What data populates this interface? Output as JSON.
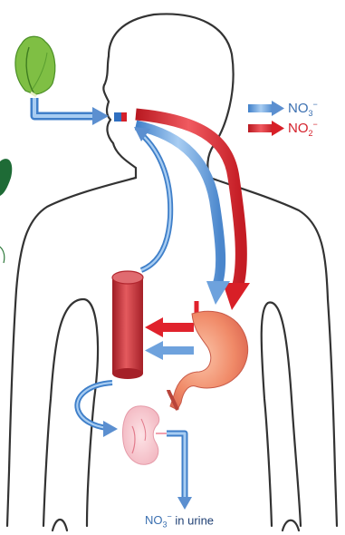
{
  "legend": {
    "nitrate": {
      "base": "NO",
      "sub": "3",
      "sup": "−",
      "color": "#5b8fd0"
    },
    "nitrite": {
      "base": "NO",
      "sub": "2",
      "sup": "−",
      "color": "#e0222c"
    }
  },
  "urine": {
    "base": "NO",
    "sub": "3",
    "sup": "−",
    "suffix": " in urine"
  },
  "colors": {
    "body_outline": "#333333",
    "nitrate_blue": "#6ea2dd",
    "nitrite_red": "#e0222c",
    "vessel_red": "#d2383f",
    "stomach": "#f08a68"
  },
  "icons": [
    "lettuce-leaf-icon",
    "kidney-icon",
    "stomach-icon",
    "blood-vessel-icon"
  ]
}
